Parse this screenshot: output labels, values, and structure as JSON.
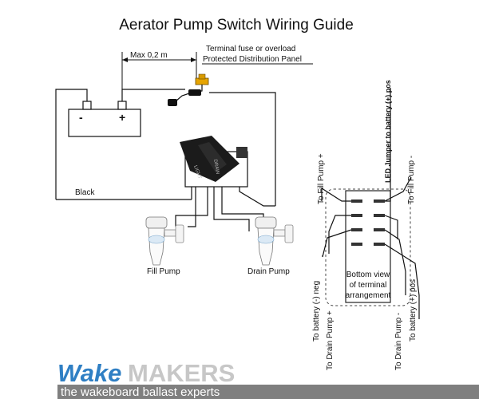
{
  "title": "Aerator Pump Switch Wiring Guide",
  "labels": {
    "max_distance": "Max 0,2 m",
    "fuse_line1": "Terminal fuse or overload",
    "fuse_line2": "Protected Distribution Panel",
    "battery_minus": "-",
    "battery_plus": "+",
    "black_wire": "Black",
    "fill_pump": "Fill Pump",
    "drain_pump": "Drain Pump",
    "switch_text_top": "LIGHT",
    "switch_text_bottom": "DRAIN",
    "to_fill_pump_plus": "To Fill Pump +",
    "led_jumper": "LED Jumper to battery (+) pos",
    "to_fill_pump_minus": "To Fill Pump -",
    "bottom_view_line1": "Bottom view",
    "bottom_view_line2": "of terminal",
    "bottom_view_line3": "arrangement",
    "to_battery_neg": "To battery (-) neg",
    "to_drain_pump_plus": "To Drain Pump +",
    "to_drain_pump_minus": "To Drain Pump -",
    "to_battery_pos": "To battery (+) pos"
  },
  "brand": {
    "wake": "Wake",
    "makers": "MAKERS",
    "tagline": "the wakeboard ballast experts",
    "colors": {
      "wake": "#2f7fc4",
      "makers": "#c7c7c7",
      "bar": "#7f7f7f"
    }
  }
}
